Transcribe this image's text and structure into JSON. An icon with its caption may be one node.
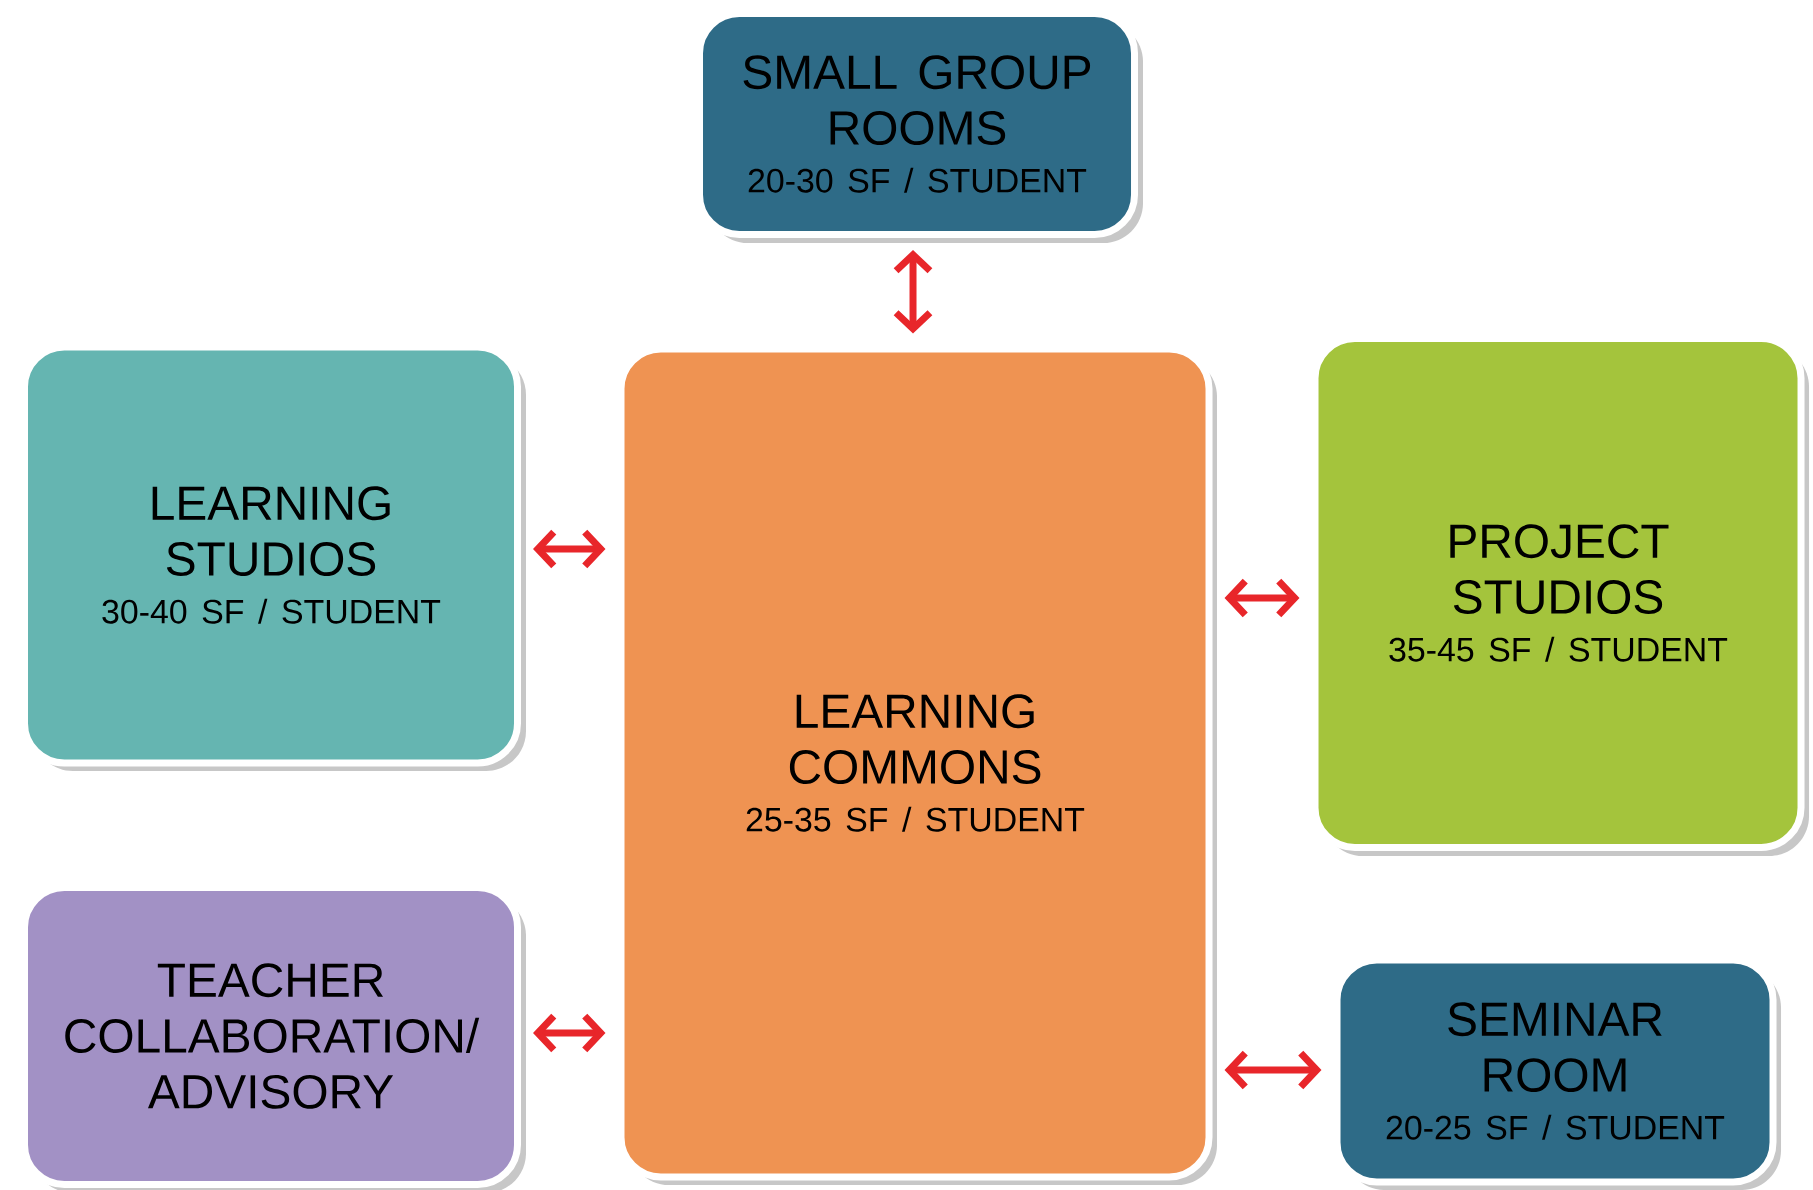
{
  "diagram": {
    "nodes": [
      {
        "text": [
          "SMALL GROUP ROOMS",
          "20-30 SF / STUDENT"
        ]
      },
      {
        "text": [
          "LEARNING STUDIOS",
          "30-40 SF / STUDENT"
        ]
      },
      {
        "text": [
          "LEARNING COMMONS",
          "25-35 SF / STUDENT"
        ]
      },
      {
        "text": [
          "PROJECT STUDIOS",
          "35-45 SF / STUDENT"
        ]
      },
      {
        "text": [
          "TEACHER COLLABORATION/ ADVISORY"
        ]
      },
      {
        "text": [
          "SEMINAR ROOM",
          "20-25 SF / STUDENT"
        ]
      }
    ],
    "edges": [
      {
        "from": 2,
        "to": 0,
        "arrow": "both"
      },
      {
        "from": 2,
        "to": 1,
        "arrow": "both"
      },
      {
        "from": 2,
        "to": 3,
        "arrow": "both"
      },
      {
        "from": 2,
        "to": 4,
        "arrow": "both"
      },
      {
        "from": 2,
        "to": 5,
        "arrow": "both"
      }
    ]
  }
}
